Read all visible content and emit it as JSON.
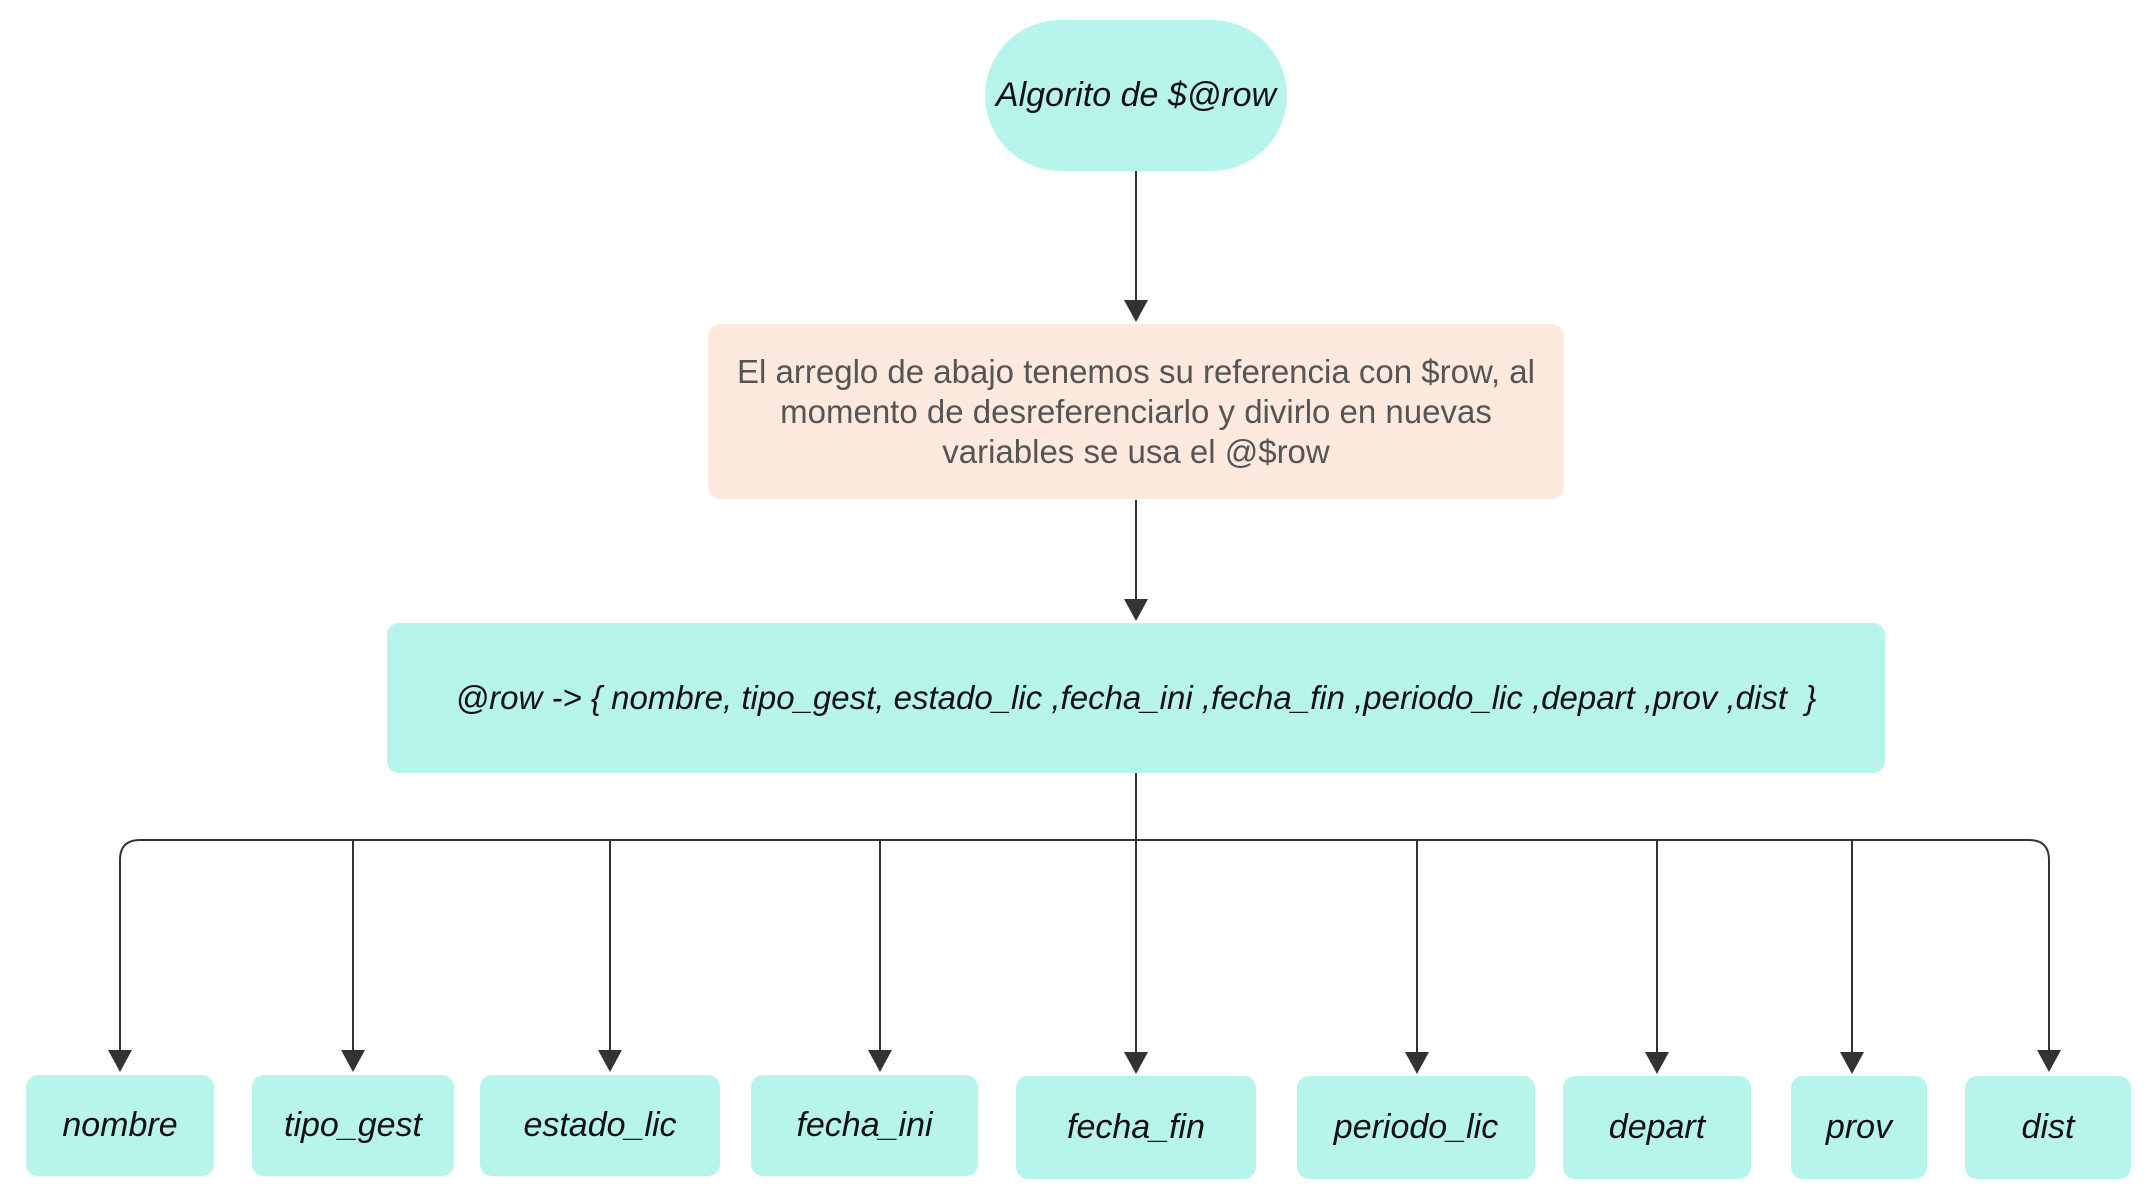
{
  "diagram": {
    "start": {
      "label": "Algorito de $@row"
    },
    "note": {
      "text": "El arreglo de abajo tenemos su referencia con $row, al momento de desreferenciarlo y divirlo en nuevas variables se usa el @$row"
    },
    "array": {
      "label": "@row -> { nombre, tipo_gest, estado_lic ,fecha_ini ,fecha_fin ,periodo_lic ,depart ,prov ,dist  }"
    },
    "leaves": [
      {
        "label": "nombre"
      },
      {
        "label": "tipo_gest"
      },
      {
        "label": "estado_lic"
      },
      {
        "label": "fecha_ini"
      },
      {
        "label": "fecha_fin"
      },
      {
        "label": "periodo_lic"
      },
      {
        "label": "depart"
      },
      {
        "label": "prov"
      },
      {
        "label": "dist"
      }
    ],
    "colors": {
      "node_fill": "#b6f4ec",
      "note_fill": "#fde9dd",
      "connector": "#333333"
    }
  }
}
